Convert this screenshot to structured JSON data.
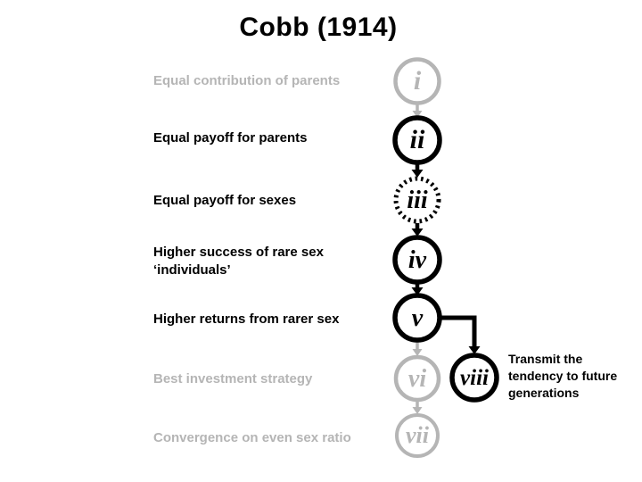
{
  "title": "Cobb (1914)",
  "colors": {
    "active": "#000000",
    "inactive": "#b5b5b5",
    "background": "#ffffff"
  },
  "flow": {
    "steps": [
      {
        "numeral": "i",
        "label": "Equal contribution of parents",
        "state": "inactive"
      },
      {
        "numeral": "ii",
        "label": "Equal payoff for parents",
        "state": "active"
      },
      {
        "numeral": "iii",
        "label": "Equal payoff for sexes",
        "state": "active-dotted"
      },
      {
        "numeral": "iv",
        "label": "Higher success of rare sex\n‘individuals’",
        "state": "active"
      },
      {
        "numeral": "v",
        "label": "Higher returns from rarer sex",
        "state": "active"
      },
      {
        "numeral": "vi",
        "label": "Best investment strategy",
        "state": "inactive"
      },
      {
        "numeral": "vii",
        "label": "Convergence on even sex ratio",
        "state": "inactive"
      },
      {
        "numeral": "viii",
        "label": "Transmit the\ntendency to future\ngenerations",
        "state": "active-branch"
      }
    ]
  }
}
